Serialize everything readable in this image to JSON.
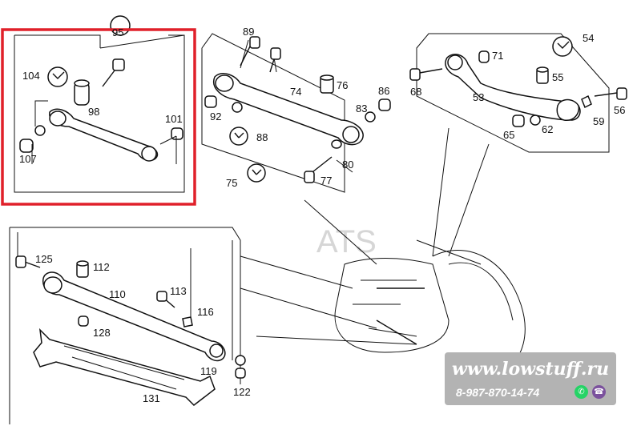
{
  "diagram": {
    "highlight_color": "#e0202a",
    "part_labels": {
      "p95": "95",
      "p104": "104",
      "p98": "98",
      "p101": "101",
      "p107": "107",
      "p89": "89",
      "p74": "74",
      "p76": "76",
      "p86": "86",
      "p92": "92",
      "p83": "83",
      "p88": "88",
      "p80": "80",
      "p75": "75",
      "p77": "77",
      "p54": "54",
      "p71": "71",
      "p55": "55",
      "p68": "68",
      "p53": "53",
      "p56": "56",
      "p65": "65",
      "p62": "62",
      "p59": "59",
      "p125": "125",
      "p112": "112",
      "p110": "110",
      "p113": "113",
      "p116": "116",
      "p128": "128",
      "p119": "119",
      "p122": "122",
      "p131": "131"
    },
    "background_text": "ATS"
  },
  "watermark": {
    "site": "www.lowstuff.ru",
    "phone": "8-987-870-14-74",
    "whatsapp_color": "#25d366",
    "viber_color": "#7b519d"
  }
}
